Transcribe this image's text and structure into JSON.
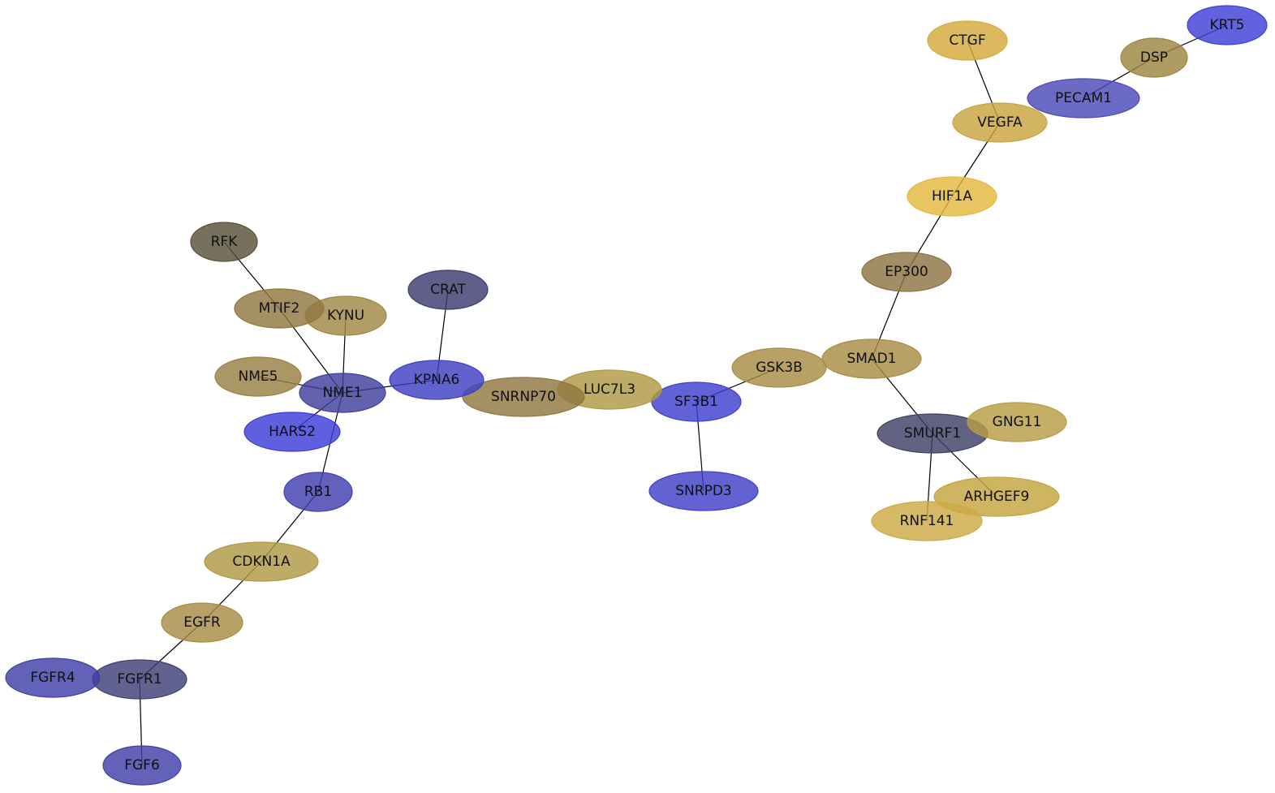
{
  "chart_data": {
    "type": "network",
    "nodes": [
      {
        "id": "KRT5",
        "label": "KRT5",
        "color": "#4040d8"
      },
      {
        "id": "DSP",
        "label": "DSP",
        "color": "#9c8640"
      },
      {
        "id": "CTGF",
        "label": "CTGF",
        "color": "#d4aa3c"
      },
      {
        "id": "PECAM1",
        "label": "PECAM1",
        "color": "#4a4ab8"
      },
      {
        "id": "VEGFA",
        "label": "VEGFA",
        "color": "#c8a440"
      },
      {
        "id": "HIF1A",
        "label": "HIF1A",
        "color": "#e4b840"
      },
      {
        "id": "EP300",
        "label": "EP300",
        "color": "#8c7444"
      },
      {
        "id": "SMAD1",
        "label": "SMAD1",
        "color": "#a88c44"
      },
      {
        "id": "GSK3B",
        "label": "GSK3B",
        "color": "#a88c44"
      },
      {
        "id": "SMURF1",
        "label": "SMURF1",
        "color": "#404068"
      },
      {
        "id": "GNG11",
        "label": "GNG11",
        "color": "#b89c44"
      },
      {
        "id": "ARHGEF9",
        "label": "ARHGEF9",
        "color": "#c4a440"
      },
      {
        "id": "RNF141",
        "label": "RNF141",
        "color": "#ccaa44"
      },
      {
        "id": "SF3B1",
        "label": "SF3B1",
        "color": "#4040d0"
      },
      {
        "id": "SNRPD3",
        "label": "SNRPD3",
        "color": "#4040c8"
      },
      {
        "id": "LUC7L3",
        "label": "LUC7L3",
        "color": "#b09844"
      },
      {
        "id": "SNRNP70",
        "label": "SNRNP70",
        "color": "#907840"
      },
      {
        "id": "KPNA6",
        "label": "KPNA6",
        "color": "#4040c4"
      },
      {
        "id": "CRAT",
        "label": "CRAT",
        "color": "#3c3c70"
      },
      {
        "id": "NME1",
        "label": "NME1",
        "color": "#40409c"
      },
      {
        "id": "KYNU",
        "label": "KYNU",
        "color": "#a08844"
      },
      {
        "id": "MTIF2",
        "label": "MTIF2",
        "color": "#907840"
      },
      {
        "id": "RFK",
        "label": "RFK",
        "color": "#585038"
      },
      {
        "id": "NME5",
        "label": "NME5",
        "color": "#988044"
      },
      {
        "id": "HARS2",
        "label": "HARS2",
        "color": "#3c3cd8"
      },
      {
        "id": "RB1",
        "label": "RB1",
        "color": "#4040b0"
      },
      {
        "id": "CDKN1A",
        "label": "CDKN1A",
        "color": "#b09844"
      },
      {
        "id": "EGFR",
        "label": "EGFR",
        "color": "#a88c44"
      },
      {
        "id": "FGFR1",
        "label": "FGFR1",
        "color": "#404078"
      },
      {
        "id": "FGFR4",
        "label": "FGFR4",
        "color": "#4040a8"
      },
      {
        "id": "FGF6",
        "label": "FGF6",
        "color": "#4040a8"
      }
    ],
    "edges": [
      [
        "KRT5",
        "DSP"
      ],
      [
        "DSP",
        "PECAM1"
      ],
      [
        "CTGF",
        "VEGFA"
      ],
      [
        "VEGFA",
        "HIF1A"
      ],
      [
        "HIF1A",
        "EP300"
      ],
      [
        "EP300",
        "SMAD1"
      ],
      [
        "SMAD1",
        "SMURF1"
      ],
      [
        "SMURF1",
        "RNF141"
      ],
      [
        "SMURF1",
        "ARHGEF9"
      ],
      [
        "GSK3B",
        "SF3B1"
      ],
      [
        "SF3B1",
        "SNRPD3"
      ],
      [
        "KPNA6",
        "CRAT"
      ],
      [
        "KPNA6",
        "NME1"
      ],
      [
        "RFK",
        "MTIF2"
      ],
      [
        "MTIF2",
        "NME1"
      ],
      [
        "KYNU",
        "NME1"
      ],
      [
        "NME5",
        "NME1"
      ],
      [
        "HARS2",
        "NME1"
      ],
      [
        "NME1",
        "RB1"
      ],
      [
        "RB1",
        "CDKN1A"
      ],
      [
        "CDKN1A",
        "EGFR"
      ],
      [
        "EGFR",
        "FGFR1"
      ],
      [
        "FGFR1",
        "FGF6"
      ]
    ]
  }
}
